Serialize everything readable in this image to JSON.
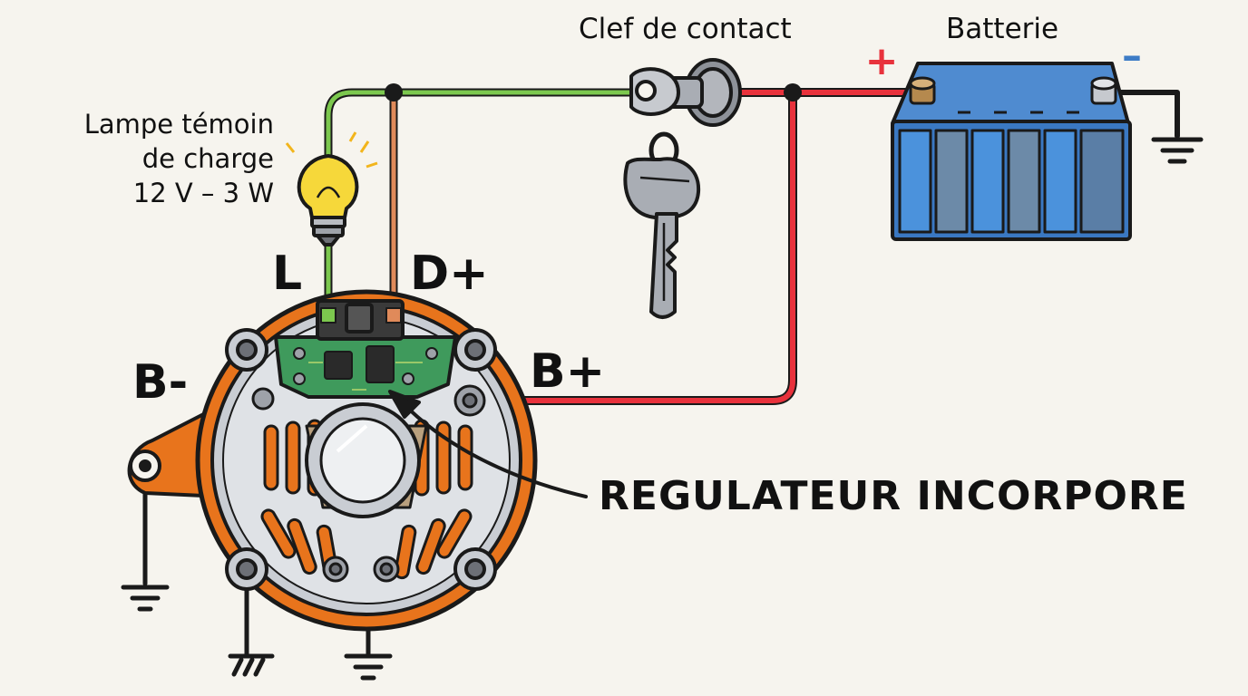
{
  "labels": {
    "lamp": [
      "Lampe témoin",
      "de charge",
      "12 V – 3 W"
    ],
    "ignition_key": "Clef de contact",
    "battery": "Batterie",
    "terminal_L": "L",
    "terminal_D_plus": "D+",
    "terminal_B_plus": "B+",
    "terminal_B_minus": "B-",
    "regulator": "REGULATEUR INCORPORE",
    "battery_plus_sign": "+",
    "battery_minus_sign": "–"
  },
  "colors": {
    "wire_positive": "#e8323c",
    "wire_lamp": "#7cc84e",
    "wire_excitation": "#e08a5a",
    "alternator_housing": "#e8741c",
    "battery_body": "#3a78c2",
    "outline": "#1a1a1a"
  }
}
